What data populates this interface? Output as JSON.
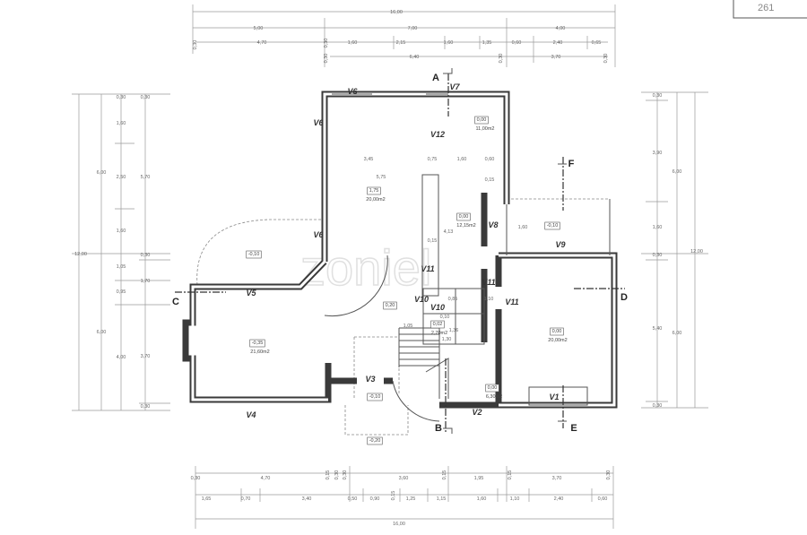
{
  "drawing": {
    "stamp": "261",
    "watermark": "zoniel"
  },
  "dims_top": [
    "16,00",
    "5,00",
    "7,00",
    "4,00",
    "0,30",
    "4,70",
    "0,30",
    "1,60",
    "2,15",
    "1,60",
    "1,35",
    "0,60",
    "2,40",
    "0,65",
    "0,30",
    "6,40",
    "0,30",
    "3,70",
    "0,30"
  ],
  "dims_bottom": [
    "0,30",
    "4,70",
    "0,15",
    "0,30",
    "0,30",
    "3,60",
    "0,15",
    "1,95",
    "0,15",
    "3,70",
    "0,30",
    "1,65",
    "0,70",
    "3,40",
    "0,50",
    "0,90",
    "0,15",
    "1,25",
    "1,15",
    "1,60",
    "1,10",
    "2,40",
    "0,60",
    "16,00"
  ],
  "dims_left": [
    "12,00",
    "6,00",
    "6,00",
    "0,30",
    "1,60",
    "2,50",
    "1,60",
    "1,05",
    "0,95",
    "4,00",
    "0,30",
    "5,70",
    "0,30",
    "1,70",
    "3,70",
    "0,30"
  ],
  "dims_right": [
    "0,30",
    "3,90",
    "1,60",
    "0,30",
    "5,40",
    "0,30",
    "6,00",
    "6,00",
    "12,00"
  ],
  "interior_dims": [
    "3,45",
    "0,75",
    "1,60",
    "0,60",
    "0,15",
    "5,75",
    "4,13",
    "0,15",
    "1,60",
    "1,10",
    "0,85",
    "0,10",
    "1,36",
    "1,30",
    "1,05"
  ],
  "rooms": [
    {
      "level": "0,00",
      "area": "11,00m2"
    },
    {
      "level": "1,75",
      "area": "20,00m2"
    },
    {
      "level": "0,00",
      "area": "12,15m2"
    },
    {
      "level": "-0,10",
      "area": ""
    },
    {
      "level": "-0,10",
      "area": ""
    },
    {
      "level": "0,20",
      "area": ""
    },
    {
      "level": "0,02",
      "area": "2,70m2"
    },
    {
      "level": "0,00",
      "area": "20,00m2"
    },
    {
      "level": "-0,35",
      "area": "21,60m2"
    },
    {
      "level": "-0,10",
      "area": ""
    },
    {
      "level": "0,00",
      "area": "6,30m2"
    },
    {
      "level": "-0,20",
      "area": ""
    }
  ],
  "windows": [
    "V7",
    "V6",
    "V6",
    "V12",
    "V8",
    "V9",
    "V6",
    "V11",
    "V11",
    "V11",
    "V5",
    "V10",
    "V10",
    "V3",
    "V1",
    "V4",
    "V2"
  ],
  "sections": [
    "A",
    "B",
    "C",
    "D",
    "E",
    "F"
  ]
}
